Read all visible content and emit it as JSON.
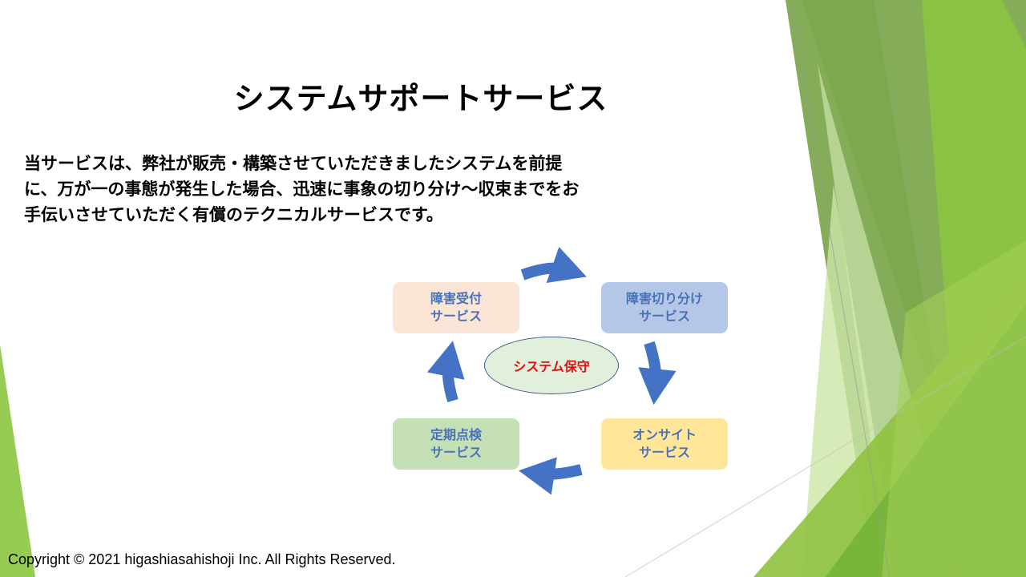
{
  "slide": {
    "title": "システムサポートサービス",
    "description_lines": [
      " 当サービスは、弊社が販売・構築させていただきましたシステムを前提",
      "に、万が一の事態が発生した場合、迅速に事象の切り分け～収束までをお",
      "手伝いさせていただく有償のテクニカルサービスです。"
    ],
    "footer": "Copyright © 2021 higashiasahishoji Inc. All Rights Reserved."
  },
  "diagram": {
    "center": "システム保守",
    "nodes": [
      {
        "line1": "障害受付",
        "line2": "サービス",
        "color": "#fbe5d6"
      },
      {
        "line1": "障害切り分け",
        "line2": "サービス",
        "color": "#b4c7e7"
      },
      {
        "line1": "オンサイト",
        "line2": "サービス",
        "color": "#ffe699"
      },
      {
        "line1": "定期点検",
        "line2": "サービス",
        "color": "#c5e0b4"
      }
    ],
    "arrow_color": "#4472c4",
    "center_color": "#e2efda"
  }
}
